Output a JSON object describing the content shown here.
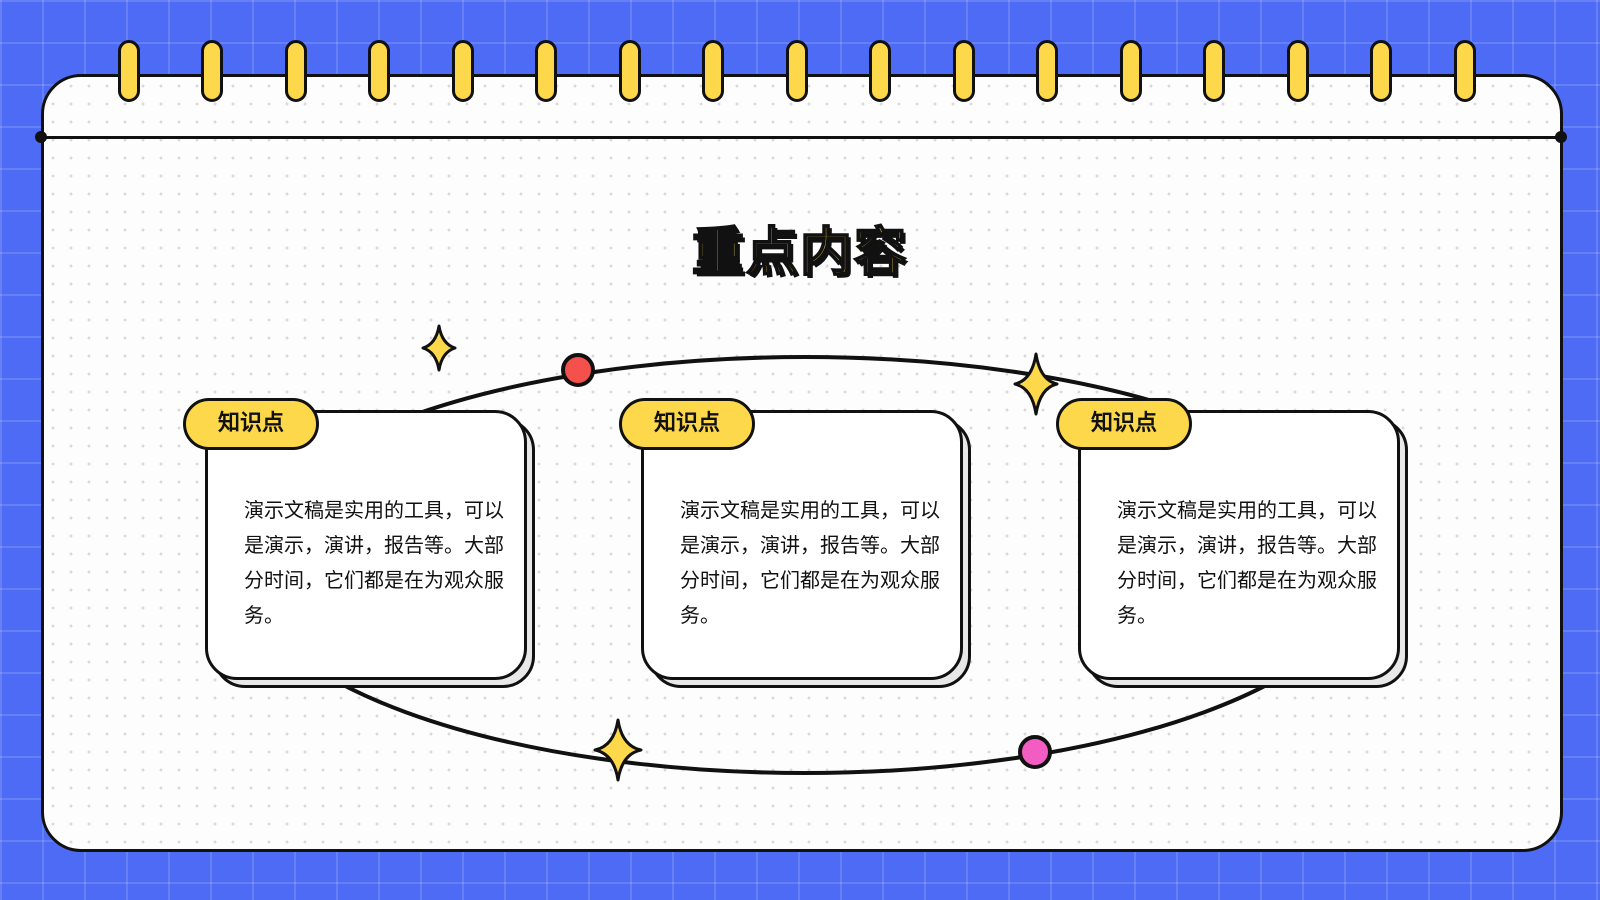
{
  "slide": {
    "title": "重点内容",
    "colors": {
      "background": "#4d6bf5",
      "accent_yellow": "#fcd84a",
      "dot_red": "#f4514d",
      "dot_pink": "#f35cc2",
      "outline": "#111111"
    },
    "cards": [
      {
        "tag": "知识点",
        "text": "演示文稿是实用的工具，可以是演示，演讲，报告等。大部分时间，它们都是在为观众服务。"
      },
      {
        "tag": "知识点",
        "text": "演示文稿是实用的工具，可以是演示，演讲，报告等。大部分时间，它们都是在为观众服务。"
      },
      {
        "tag": "知识点",
        "text": "演示文稿是实用的工具，可以是演示，演讲，报告等。大部分时间，它们都是在为观众服务。"
      }
    ],
    "decorations": {
      "icons": [
        "sparkle-icon",
        "binder-ring-icon",
        "orbit-dot-icon"
      ]
    }
  }
}
